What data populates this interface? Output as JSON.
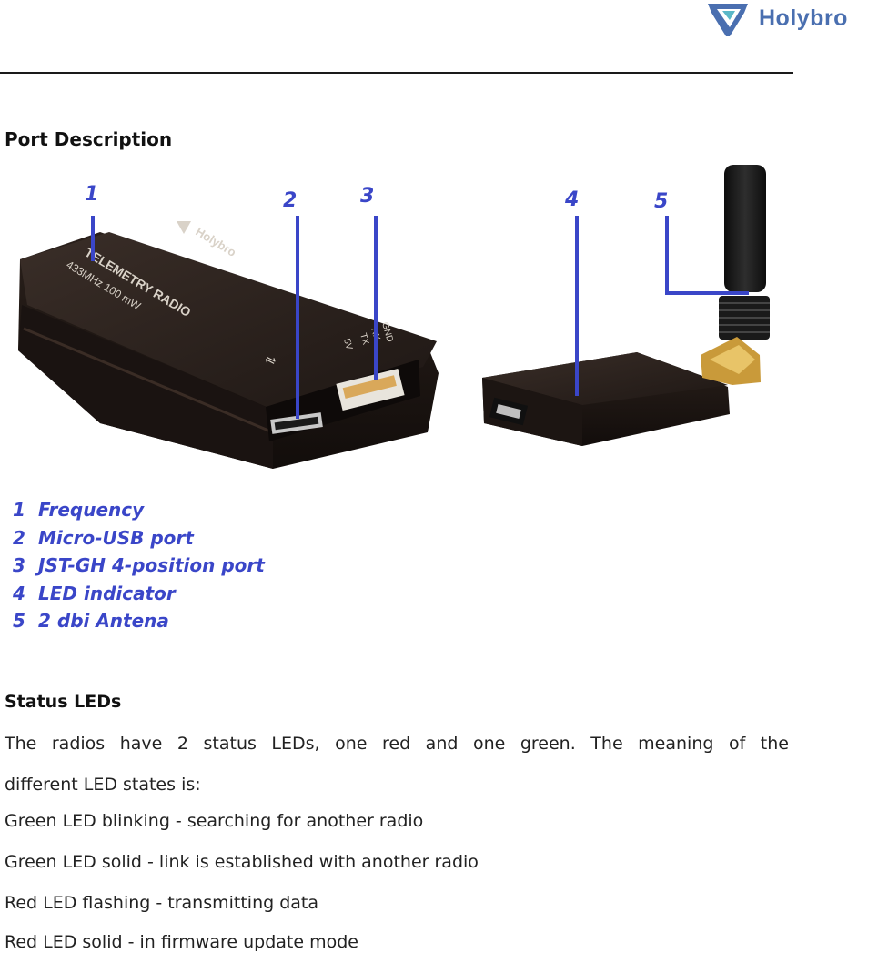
{
  "header": {
    "brand": "Holybro",
    "brand_color": "#4a6fb0",
    "logo_icon": "holybro-shield-icon"
  },
  "port_description": {
    "title": "Port Description",
    "callouts": [
      "1",
      "2",
      "3",
      "4",
      "5"
    ],
    "legend": [
      {
        "num": "1",
        "label": "Frequency"
      },
      {
        "num": "2",
        "label": "Micro-USB port"
      },
      {
        "num": "3",
        "label": "JST-GH 4-position port"
      },
      {
        "num": "4",
        "label": "LED indicator"
      },
      {
        "num": "5",
        "label": "2 dbi Antena"
      }
    ],
    "callout_color": "#3a46c8",
    "radio_label_large": {
      "line1": "TELEMETRY RADIO",
      "line2": "433MHz  100 mW",
      "brand": "Holybro",
      "pins": [
        "GND",
        "RX",
        "TX",
        "5V"
      ]
    }
  },
  "status_leds": {
    "title": "Status LEDs",
    "intro_line1": "The radios have 2 status LEDs, one red and one green. The meaning of the",
    "intro_line2": "different LED states is:",
    "states": [
      "Green LED blinking - searching for another radio",
      "Green LED solid - link is established with another radio",
      "Red LED flashing - transmitting data",
      "Red LED solid - in firmware update mode"
    ]
  }
}
